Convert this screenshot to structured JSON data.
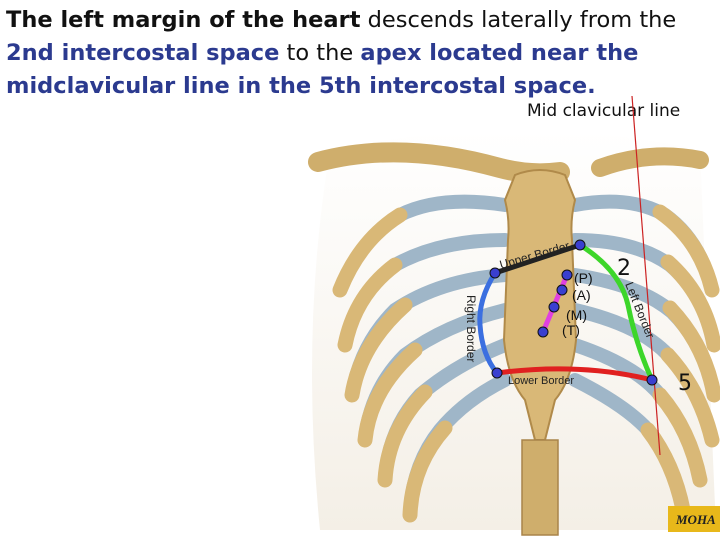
{
  "heading": {
    "part1": "The left margin of the heart",
    "part2": " descends laterally from the ",
    "part3": "2nd intercostal space",
    "part4": " to the ",
    "part5": "apex located near the midclavicular line in the 5th intercostal space."
  },
  "labels": {
    "midclavicular": "Mid clavicular line",
    "num_2": "2",
    "num_5": "5",
    "upper_border": "Upper Border",
    "left_border": "Left Border",
    "right_border": "Right Border",
    "lower_border": "Lower Border",
    "valve_p": "(P)",
    "valve_a": "(A)",
    "valve_m": "(M)",
    "valve_t": "(T)",
    "logo": "MOHA"
  },
  "colors": {
    "upper_border": "#222222",
    "left_border": "#3dd62a",
    "right_border": "#3b6fe0",
    "lower_border": "#e02020",
    "valve_line": "#e040e0",
    "point": "#3a3fd0",
    "midclavicular_line": "#cc2222",
    "heading_highlight": "#2b3a8f",
    "bone": "#d9b877",
    "cartilage": "#9fb6c8"
  }
}
